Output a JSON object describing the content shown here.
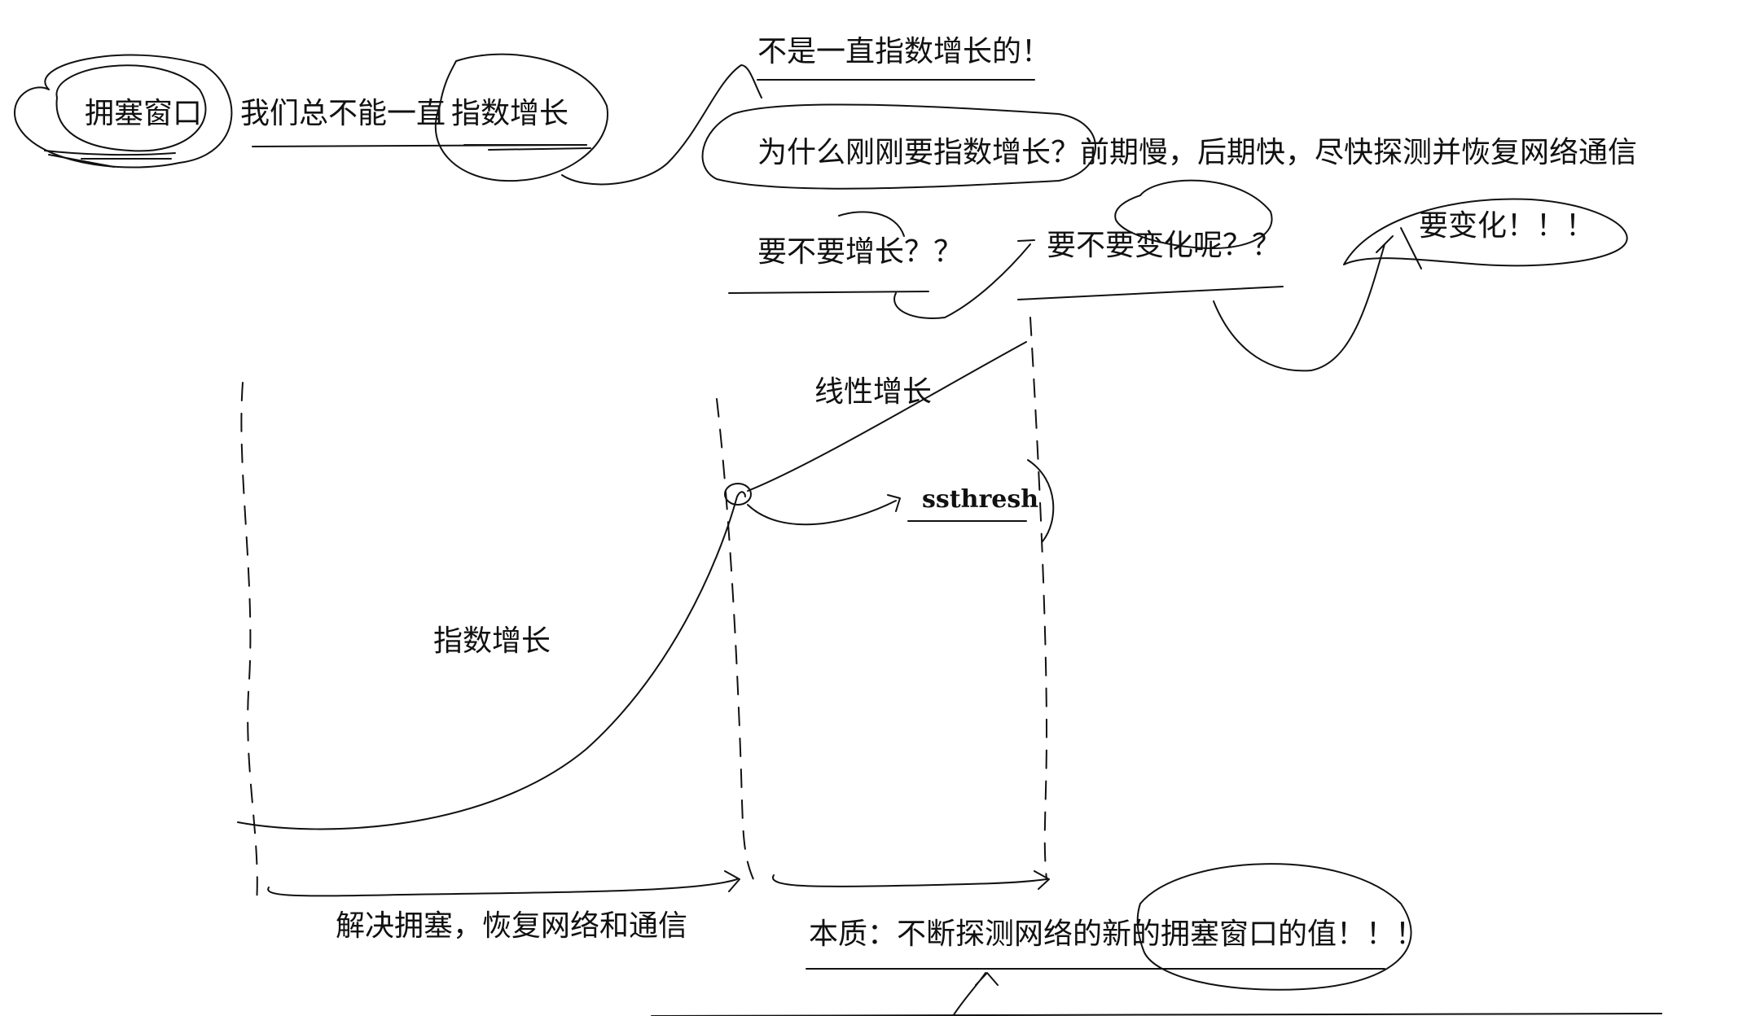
{
  "labels": {
    "cwnd": "拥塞窗口",
    "cannot_always": "我们总不能一直",
    "exp_growth_top": "指数增长",
    "not_always_exp": "不是一直指数增长的！",
    "why_exp": "为什么刚刚要指数增长？前期慢，后期快，尽快探测并恢复网络通信",
    "grow_or_not": "要不要增长？？",
    "change_or_not": "要不要变化呢？？",
    "must_change": "要变化！！！",
    "linear_growth": "线性增长",
    "ssthresh": "ssthresh",
    "exp_growth": "指数增长",
    "resolve": "解决拥塞，恢复网络和通信",
    "essence": "本质：不断探测网络的新的拥塞窗口的值！！！"
  }
}
